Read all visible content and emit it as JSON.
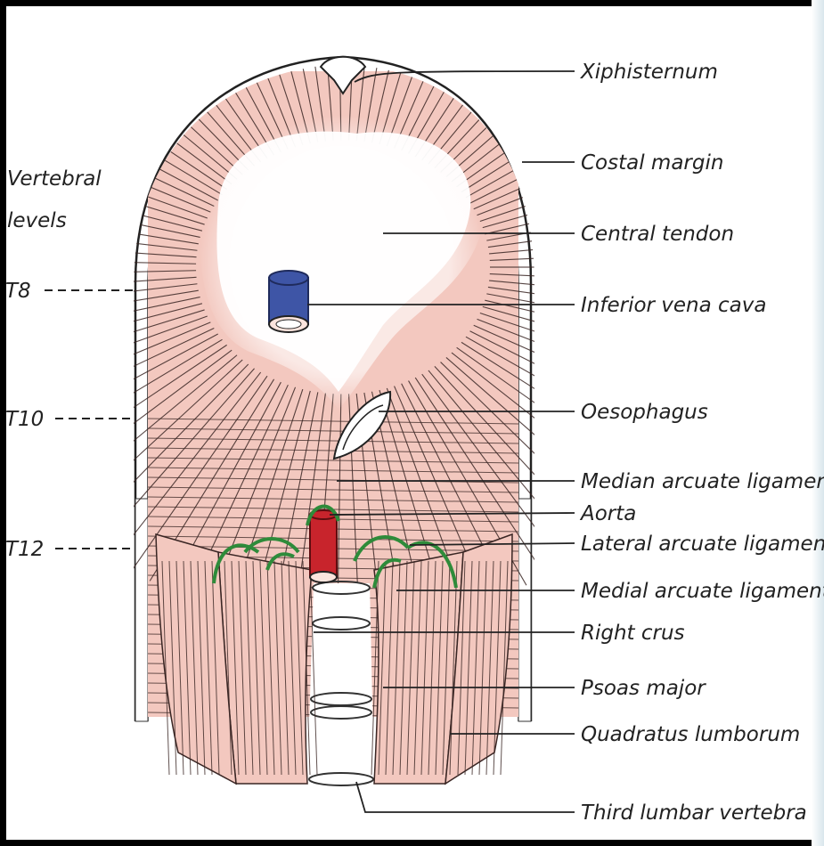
{
  "left_heading": [
    "Vertebral",
    "levels"
  ],
  "vertebral_levels": [
    "T8",
    "T10",
    "T12"
  ],
  "labels": [
    "Xiphisternum",
    "Costal margin",
    "Central tendon",
    "Inferior vena cava",
    "Oesophagus",
    "Median arcuate ligament",
    "Aorta",
    "Lateral arcuate ligament",
    "Medial arcuate ligament",
    "Right crus",
    "Psoas major",
    "Quadratus lumborum",
    "Third lumbar vertebra"
  ],
  "colors": {
    "muscle": "#f3c8bf",
    "muscle_line": "#3a2624",
    "ivc": "#3e55a6",
    "aorta": "#c8242c",
    "ligament": "#2e8b3a"
  }
}
